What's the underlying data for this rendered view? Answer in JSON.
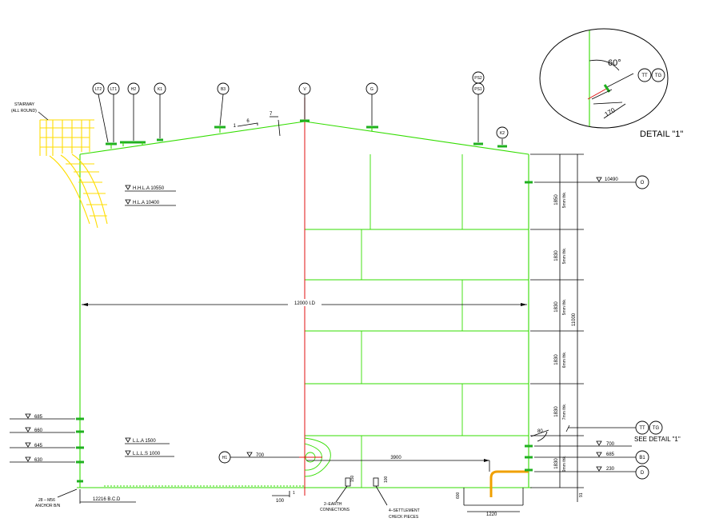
{
  "nozzle_tags_top": [
    "LT2",
    "LT1",
    "H2",
    "K1",
    "B3",
    "V",
    "G",
    "PS2",
    "PS1",
    "K2"
  ],
  "stairway": {
    "line1": "STAIRWAY",
    "line2": "(ALL ROUND)"
  },
  "roof_slope": {
    "rise": "1",
    "run": "6"
  },
  "angle_mark": "7",
  "levels_internal": [
    "H.H.L.A  10550",
    "H.L.A  10400",
    "L.L.A  1500",
    "L.L.L.S  1000"
  ],
  "diameter_label": "12000  I.D",
  "left_elevations": [
    "685",
    "660",
    "645",
    "630"
  ],
  "anchor": {
    "line1": "28  –  M56",
    "line2": "ANCHOR B/N"
  },
  "bcd_label": "12216  B.C.D",
  "h1": {
    "tag": "H1",
    "elev": "700"
  },
  "dim_3900": "3900",
  "dim_100": "100",
  "dim_1_small": "1",
  "dim_150": "150",
  "dim_100b": "100",
  "earth": {
    "line1": "2–EARTH",
    "line2": "CONNECTIONS"
  },
  "settlement": {
    "line1": "4–SETTLEMENT",
    "line2": "CHECK PIECES"
  },
  "dim_600": "600",
  "dim_1220": "1220",
  "dim_91": "91",
  "course_heights": [
    "1850",
    "1830",
    "1830",
    "1830",
    "1830",
    "1830"
  ],
  "course_thk": [
    "5mm thk.",
    "5mm thk.",
    "5mm thk.",
    "6mm thk.",
    "7mm thk.",
    "9mm thk."
  ],
  "total_height": "11000",
  "right_callouts": [
    {
      "elev": "10490",
      "tag": "O"
    },
    {
      "elev": "700",
      "tag": ""
    },
    {
      "elev": "685",
      "tag": "B1"
    },
    {
      "elev": "230",
      "tag": "D"
    }
  ],
  "tt_tags": [
    "TT",
    "TG"
  ],
  "see_detail": "SEE  DETAIL  \"1\"",
  "detail": {
    "label": "DETAIL  \"1\"",
    "angle": "60°",
    "dim": "170",
    "tags": [
      "TT",
      "TG"
    ]
  },
  "angle_80": "80",
  "colors": {
    "shell": "#33dd00",
    "centerline": "#e01010",
    "stair": "#ffdd00",
    "pipe": "#f0a000"
  }
}
